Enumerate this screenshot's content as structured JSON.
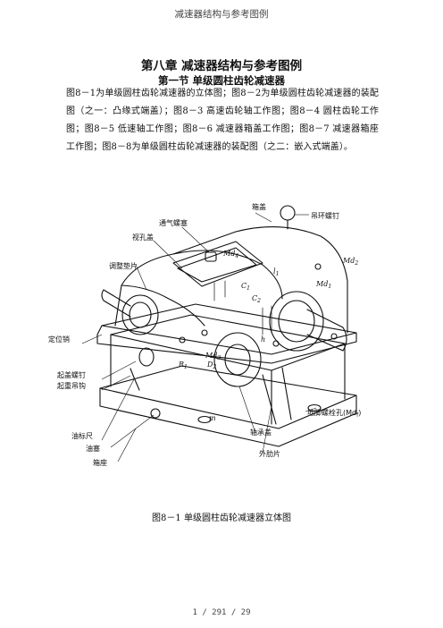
{
  "header": {
    "text": "减速器结构与参考图例"
  },
  "chapter_title": "第八章  减速器结构与参考图例",
  "section_title": "第一节  单级圆柱齿轮减速器",
  "body_text": "图8－1为单级圆柱齿轮减速器的立体图；图8－2为单级圆柱齿轮减速器的装配图（之一：凸缘式端盖）；图8－3 高速齿轮轴工作图；图8－4 圆柱齿轮工作图；图8－5 低速轴工作图；图8－6 减速器箱盖工作图；图8－7 减速器箱座工作图；图8－8为单级圆柱齿轮减速器的装配图（之二：嵌入式端盖）。",
  "figure": {
    "labels": {
      "box_cover": "箱盖",
      "lifting_eye_bolt": "吊环螺钉",
      "vent_plug": "通气螺塞",
      "sight_hole_cover": "视孔盖",
      "adjusting_shim": "调整垫片",
      "locating_pin": "定位销",
      "jack_screw": "起盖螺钉",
      "lifting_hook": "起重吊钩",
      "oil_dipstick": "油标尺",
      "oil_plug": "油塞",
      "box_base": "箱座",
      "bearing_cap": "轴承盖",
      "outer_rib": "外肋片",
      "foundation_bolt_hole": "地脚螺栓孔(Md",
      "foundation_bolt_hole_sub": "f",
      "foundation_bolt_hole_end": ")"
    },
    "symbols": {
      "md4": "Md",
      "md4_sub": "4",
      "md2": "Md",
      "md2_sub": "2",
      "md1": "Md",
      "md1_sub": "1",
      "md3": "Md",
      "md3_sub": "3",
      "d2": "D",
      "d2_sub": "2",
      "c1": "C",
      "c1_sub": "1",
      "c2": "C",
      "c2_sub": "2",
      "r1": "R",
      "r1_sub": "1",
      "m": "m",
      "h": "h",
      "l1": "l",
      "l1_sub": "1"
    }
  },
  "caption": "图8－1  单级圆柱齿轮减速器立体图",
  "footer": {
    "page": "1 / 291 / 29"
  }
}
